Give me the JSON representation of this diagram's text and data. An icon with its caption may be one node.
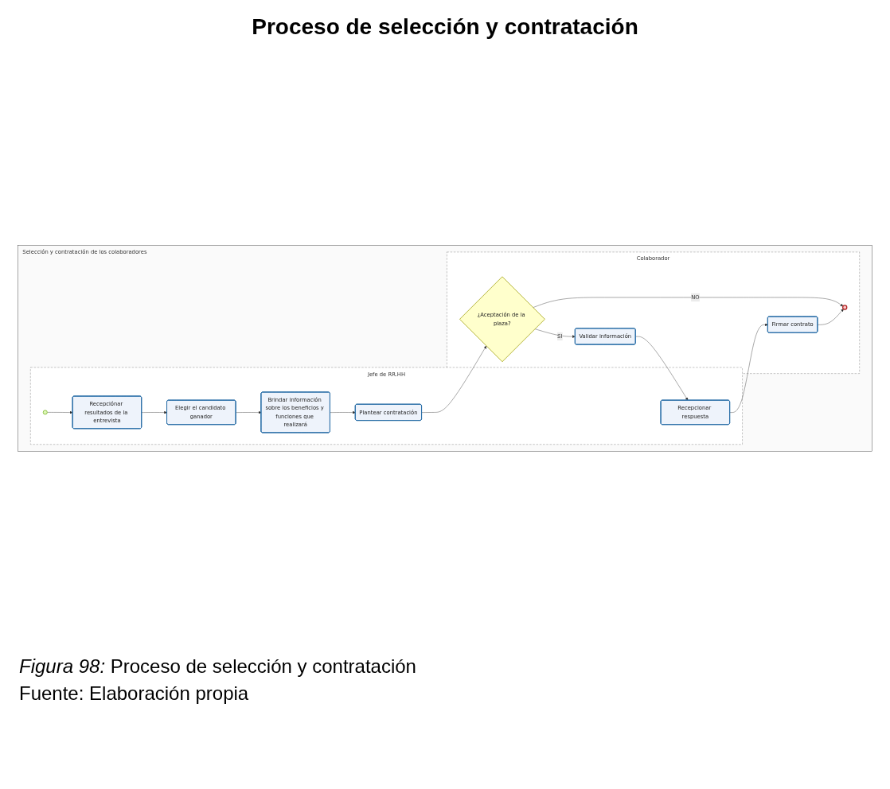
{
  "diagram": {
    "title": "Proceso de selección y contratación",
    "nodes": [
      {
        "text": [
          "Selección y contratación de los colaboradores"
        ]
      },
      {
        "text": [
          "Jefe de RR.HH"
        ],
        "in": 0
      },
      {
        "text": [
          "Colaborador"
        ],
        "in": 0
      },
      {
        "text": [],
        "shape": "circle",
        "in": 1
      },
      {
        "text": [
          "Recepciónar resultados de la entrevista"
        ],
        "in": 1
      },
      {
        "text": [
          "Elegir el candidato ganador"
        ],
        "in": 1
      },
      {
        "text": [
          "Brindar información sobre los beneficios y funciones que realizará"
        ],
        "in": 1
      },
      {
        "text": [
          "Plantear contratación"
        ],
        "in": 1
      },
      {
        "text": [
          "Recepcionar respuesta"
        ],
        "in": 1
      },
      {
        "text": [
          "¿Aceptación de la plaza?"
        ],
        "in": 2
      },
      {
        "text": [
          "Validar información"
        ],
        "in": 2
      },
      {
        "text": [
          "Firmar contrato"
        ],
        "in": 2
      },
      {
        "text": [],
        "shape": "circle",
        "in": 2
      }
    ],
    "edges": [
      {
        "from": 3,
        "to": 4,
        "arrow": "to"
      },
      {
        "from": 4,
        "to": 5,
        "arrow": "to"
      },
      {
        "from": 5,
        "to": 6,
        "arrow": "to"
      },
      {
        "from": 6,
        "to": 7,
        "arrow": "to"
      },
      {
        "from": 7,
        "to": 9,
        "arrow": "to"
      },
      {
        "from": 9,
        "to": 12,
        "label": "NO",
        "arrow": "to"
      },
      {
        "from": 9,
        "to": 10,
        "label": "SI",
        "arrow": "to"
      },
      {
        "from": 10,
        "to": 8,
        "arrow": "to"
      },
      {
        "from": 8,
        "to": 11,
        "arrow": "to"
      },
      {
        "from": 11,
        "to": 12,
        "arrow": "to"
      }
    ],
    "caption": "*Figura 98:* Proceso de selección y contratación",
    "labels": [
      "Fuente: Elaboración propia"
    ]
  }
}
